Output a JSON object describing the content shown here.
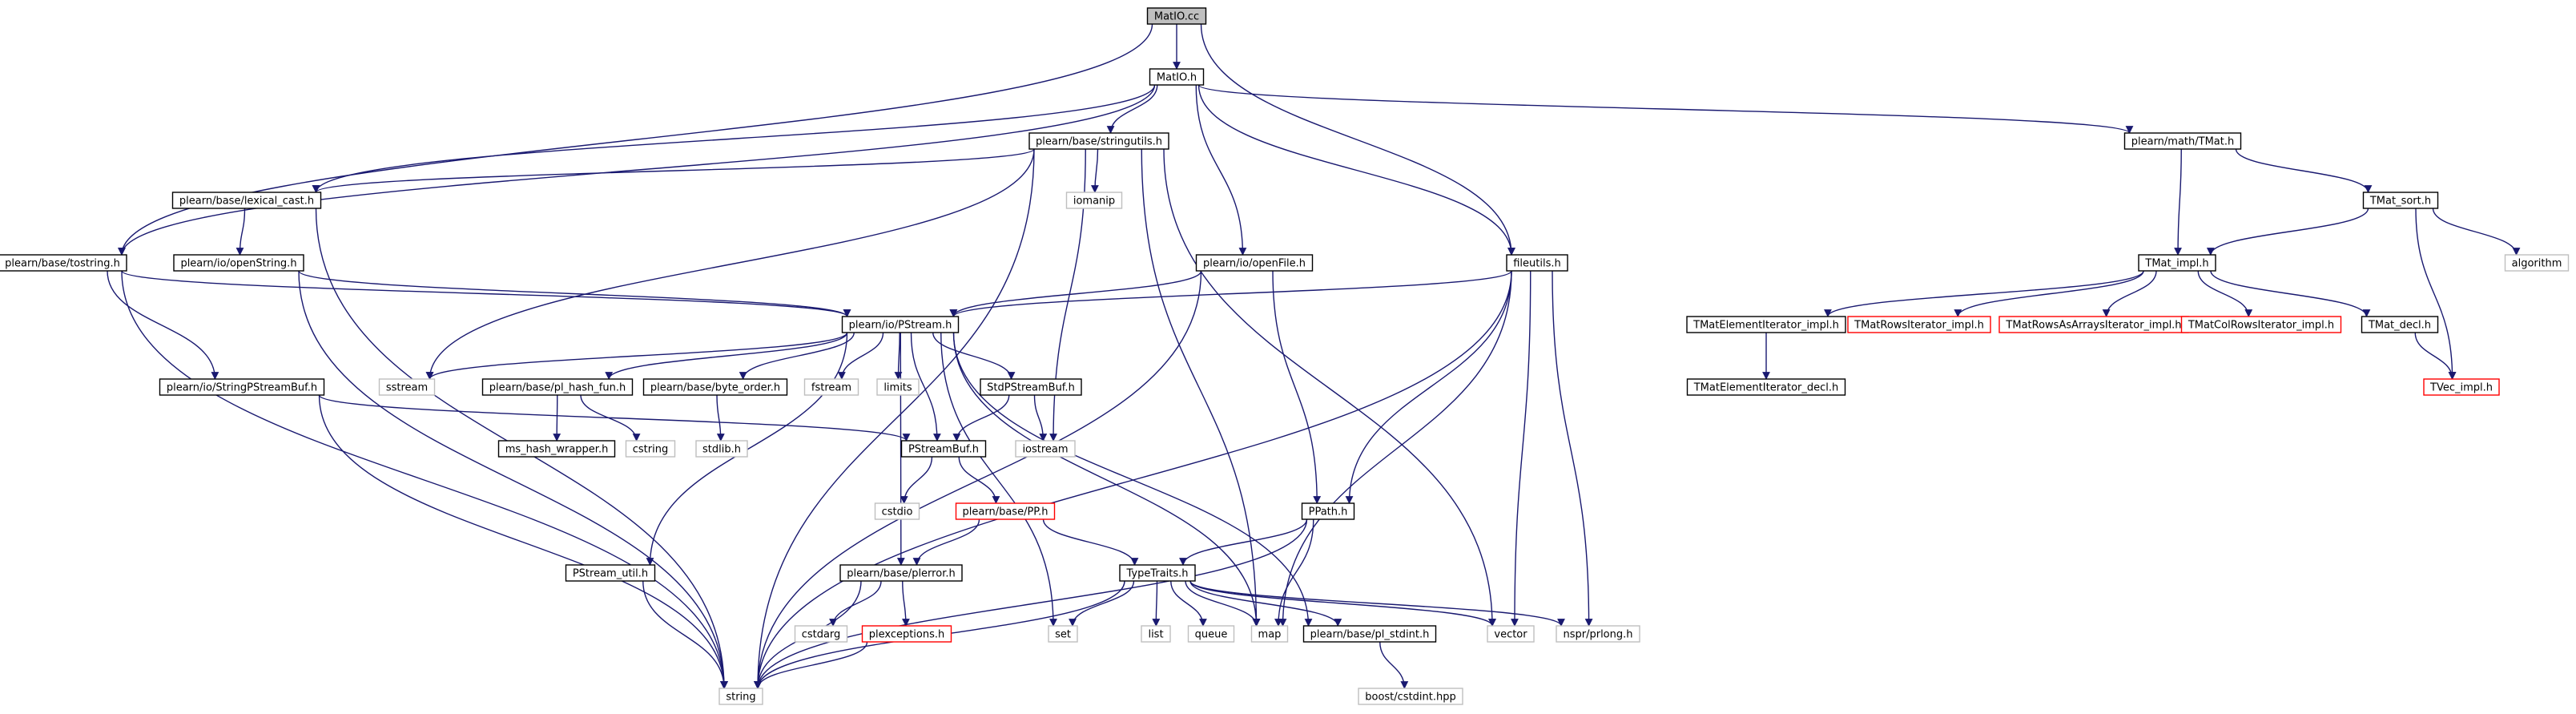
{
  "diagram": {
    "title": "",
    "colors": {
      "edge": "#191970",
      "root_fill": "#bfbfbf",
      "documented_border": "#000000",
      "truncated_border": "#ff0000",
      "external_border": "#bfbfbf",
      "external_text": "#7f7f7f"
    },
    "nodes": [
      {
        "id": "matio_cc",
        "label": "MatIO.cc",
        "kind": "root"
      },
      {
        "id": "matio_h",
        "label": "MatIO.h",
        "kind": "documented"
      },
      {
        "id": "stringutils",
        "label": "plearn/base/stringutils.h",
        "kind": "documented"
      },
      {
        "id": "lexical_cast",
        "label": "plearn/base/lexical_cast.h",
        "kind": "documented"
      },
      {
        "id": "tostring",
        "label": "plearn/base/tostring.h",
        "kind": "documented"
      },
      {
        "id": "openstring",
        "label": "plearn/io/openString.h",
        "kind": "documented"
      },
      {
        "id": "openfile",
        "label": "plearn/io/openFile.h",
        "kind": "documented"
      },
      {
        "id": "fileutils",
        "label": "fileutils.h",
        "kind": "documented"
      },
      {
        "id": "pstream",
        "label": "plearn/io/PStream.h",
        "kind": "documented"
      },
      {
        "id": "iomanip",
        "label": "iomanip",
        "kind": "external"
      },
      {
        "id": "sspstreambuf",
        "label": "plearn/io/StringPStreamBuf.h",
        "kind": "documented"
      },
      {
        "id": "sstream",
        "label": "sstream",
        "kind": "external"
      },
      {
        "id": "pl_hash_fun",
        "label": "plearn/base/pl_hash_fun.h",
        "kind": "documented"
      },
      {
        "id": "byte_order",
        "label": "plearn/base/byte_order.h",
        "kind": "documented"
      },
      {
        "id": "fstream",
        "label": "fstream",
        "kind": "external"
      },
      {
        "id": "limits",
        "label": "limits",
        "kind": "external"
      },
      {
        "id": "stdpstreambuf",
        "label": "StdPStreamBuf.h",
        "kind": "documented"
      },
      {
        "id": "ms_hash_wrapper",
        "label": "ms_hash_wrapper.h",
        "kind": "documented"
      },
      {
        "id": "cstring",
        "label": "cstring",
        "kind": "external"
      },
      {
        "id": "stdlib",
        "label": "stdlib.h",
        "kind": "external"
      },
      {
        "id": "pstreambuf",
        "label": "PStreamBuf.h",
        "kind": "documented"
      },
      {
        "id": "iostream",
        "label": "iostream",
        "kind": "external"
      },
      {
        "id": "cstdio",
        "label": "cstdio",
        "kind": "external"
      },
      {
        "id": "pp",
        "label": "plearn/base/PP.h",
        "kind": "truncated"
      },
      {
        "id": "ppath",
        "label": "PPath.h",
        "kind": "documented"
      },
      {
        "id": "pstream_util",
        "label": "PStream_util.h",
        "kind": "documented"
      },
      {
        "id": "plerror",
        "label": "plearn/base/plerror.h",
        "kind": "documented"
      },
      {
        "id": "typetraits",
        "label": "TypeTraits.h",
        "kind": "documented"
      },
      {
        "id": "cstdarg",
        "label": "cstdarg",
        "kind": "external"
      },
      {
        "id": "plexceptions",
        "label": "plexceptions.h",
        "kind": "truncated"
      },
      {
        "id": "set",
        "label": "set",
        "kind": "external"
      },
      {
        "id": "list",
        "label": "list",
        "kind": "external"
      },
      {
        "id": "queue",
        "label": "queue",
        "kind": "external"
      },
      {
        "id": "map",
        "label": "map",
        "kind": "external"
      },
      {
        "id": "pl_stdint",
        "label": "plearn/base/pl_stdint.h",
        "kind": "documented"
      },
      {
        "id": "vector",
        "label": "vector",
        "kind": "external"
      },
      {
        "id": "nsprlong",
        "label": "nspr/prlong.h",
        "kind": "external"
      },
      {
        "id": "string",
        "label": "string",
        "kind": "external"
      },
      {
        "id": "cstdint",
        "label": "boost/cstdint.hpp",
        "kind": "external"
      },
      {
        "id": "tmat",
        "label": "plearn/math/TMat.h",
        "kind": "documented"
      },
      {
        "id": "tmat_sort",
        "label": "TMat_sort.h",
        "kind": "documented"
      },
      {
        "id": "tmat_impl",
        "label": "TMat_impl.h",
        "kind": "documented"
      },
      {
        "id": "algorithm",
        "label": "algorithm",
        "kind": "external"
      },
      {
        "id": "tmatelemiter_impl",
        "label": "TMatElementIterator_impl.h",
        "kind": "documented"
      },
      {
        "id": "tmatrowsiter_impl",
        "label": "TMatRowsIterator_impl.h",
        "kind": "truncated"
      },
      {
        "id": "tmatrowsasarrays_impl",
        "label": "TMatRowsAsArraysIterator_impl.h",
        "kind": "truncated"
      },
      {
        "id": "tmatcolrowsiter_impl",
        "label": "TMatColRowsIterator_impl.h",
        "kind": "truncated"
      },
      {
        "id": "tmat_decl",
        "label": "TMat_decl.h",
        "kind": "documented"
      },
      {
        "id": "tmatelemiter_decl",
        "label": "TMatElementIterator_decl.h",
        "kind": "documented"
      },
      {
        "id": "tvec_impl",
        "label": "TVec_impl.h",
        "kind": "truncated"
      }
    ],
    "edges": [
      [
        "matio_cc",
        "matio_h"
      ],
      [
        "matio_cc",
        "tostring"
      ],
      [
        "matio_cc",
        "fileutils"
      ],
      [
        "matio_h",
        "stringutils"
      ],
      [
        "matio_h",
        "lexical_cast"
      ],
      [
        "matio_h",
        "tostring"
      ],
      [
        "matio_h",
        "openfile"
      ],
      [
        "matio_h",
        "fileutils"
      ],
      [
        "matio_h",
        "tmat"
      ],
      [
        "stringutils",
        "lexical_cast"
      ],
      [
        "stringutils",
        "string"
      ],
      [
        "stringutils",
        "iomanip"
      ],
      [
        "stringutils",
        "sstream"
      ],
      [
        "stringutils",
        "iostream"
      ],
      [
        "stringutils",
        "map"
      ],
      [
        "stringutils",
        "vector"
      ],
      [
        "lexical_cast",
        "openstring"
      ],
      [
        "lexical_cast",
        "string"
      ],
      [
        "tostring",
        "sspstreambuf"
      ],
      [
        "tostring",
        "pstream"
      ],
      [
        "tostring",
        "string"
      ],
      [
        "openstring",
        "pstream"
      ],
      [
        "openstring",
        "string"
      ],
      [
        "openfile",
        "pstream"
      ],
      [
        "openfile",
        "ppath"
      ],
      [
        "openfile",
        "string"
      ],
      [
        "fileutils",
        "pstream"
      ],
      [
        "fileutils",
        "ppath"
      ],
      [
        "fileutils",
        "vector"
      ],
      [
        "fileutils",
        "map"
      ],
      [
        "fileutils",
        "nsprlong"
      ],
      [
        "fileutils",
        "string"
      ],
      [
        "sspstreambuf",
        "pstreambuf"
      ],
      [
        "sspstreambuf",
        "string"
      ],
      [
        "pstream",
        "sstream"
      ],
      [
        "pstream",
        "pl_hash_fun"
      ],
      [
        "pstream",
        "byte_order"
      ],
      [
        "pstream",
        "fstream"
      ],
      [
        "pstream",
        "limits"
      ],
      [
        "pstream",
        "stdpstreambuf"
      ],
      [
        "pstream",
        "pstreambuf"
      ],
      [
        "pstream",
        "pstream_util"
      ],
      [
        "pstream",
        "plerror"
      ],
      [
        "pstream",
        "set"
      ],
      [
        "pstream",
        "map"
      ],
      [
        "pstream",
        "pl_stdint"
      ],
      [
        "pl_hash_fun",
        "ms_hash_wrapper"
      ],
      [
        "pl_hash_fun",
        "cstring"
      ],
      [
        "byte_order",
        "stdlib"
      ],
      [
        "stdpstreambuf",
        "pstreambuf"
      ],
      [
        "stdpstreambuf",
        "iostream"
      ],
      [
        "pstreambuf",
        "cstdio"
      ],
      [
        "pstreambuf",
        "pp"
      ],
      [
        "pp",
        "plerror"
      ],
      [
        "pp",
        "typetraits"
      ],
      [
        "ppath",
        "typetraits"
      ],
      [
        "ppath",
        "map"
      ],
      [
        "ppath",
        "string"
      ],
      [
        "pstream_util",
        "string"
      ],
      [
        "plerror",
        "cstdarg"
      ],
      [
        "plerror",
        "plexceptions"
      ],
      [
        "plerror",
        "string"
      ],
      [
        "plexceptions",
        "string"
      ],
      [
        "typetraits",
        "set"
      ],
      [
        "typetraits",
        "list"
      ],
      [
        "typetraits",
        "queue"
      ],
      [
        "typetraits",
        "map"
      ],
      [
        "typetraits",
        "pl_stdint"
      ],
      [
        "typetraits",
        "vector"
      ],
      [
        "typetraits",
        "nsprlong"
      ],
      [
        "typetraits",
        "string"
      ],
      [
        "pl_stdint",
        "cstdint"
      ],
      [
        "tmat",
        "tmat_sort"
      ],
      [
        "tmat",
        "tmat_impl"
      ],
      [
        "tmat_sort",
        "tmat_impl"
      ],
      [
        "tmat_sort",
        "algorithm"
      ],
      [
        "tmat_sort",
        "tvec_impl"
      ],
      [
        "tmat_impl",
        "tmatelemiter_impl"
      ],
      [
        "tmat_impl",
        "tmatrowsiter_impl"
      ],
      [
        "tmat_impl",
        "tmatrowsasarrays_impl"
      ],
      [
        "tmat_impl",
        "tmatcolrowsiter_impl"
      ],
      [
        "tmat_impl",
        "tmat_decl"
      ],
      [
        "tmatelemiter_impl",
        "tmatelemiter_decl"
      ],
      [
        "tmat_decl",
        "tvec_impl"
      ]
    ]
  }
}
